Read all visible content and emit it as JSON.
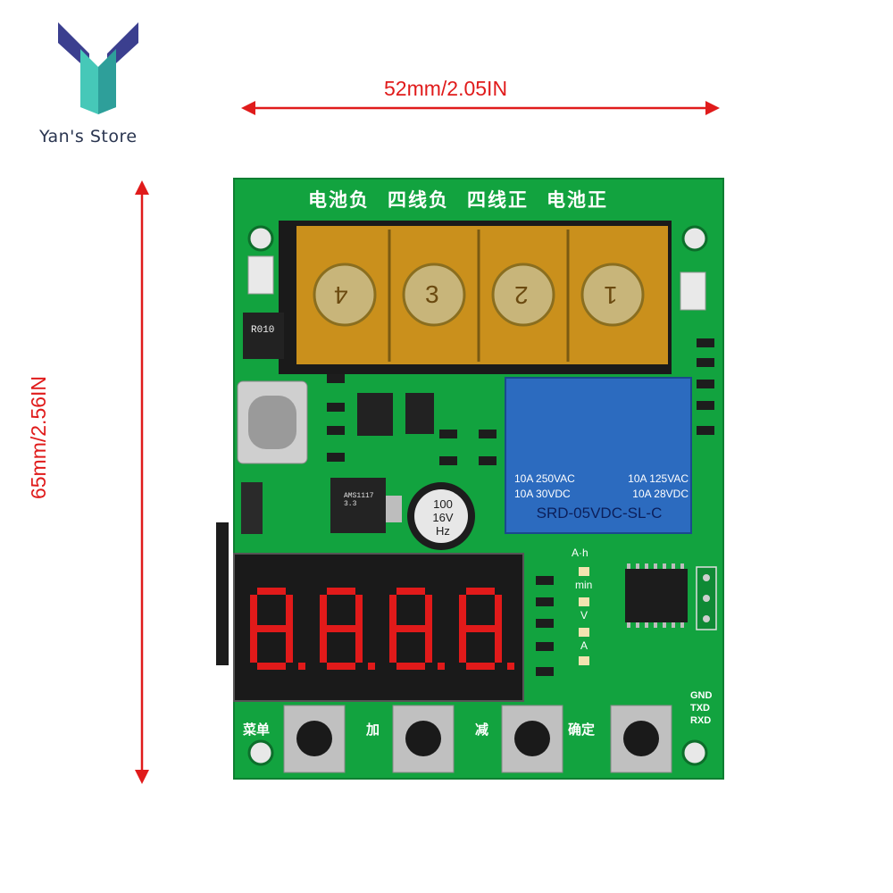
{
  "logo": {
    "brand": "Yan's Store"
  },
  "dimensions": {
    "width_label": "52mm/2.05IN",
    "height_label": "65mm/2.56IN"
  },
  "board": {
    "terminal_labels": [
      "电池负",
      "四线负",
      "四线正",
      "电池正"
    ],
    "terminal_numbers": [
      "4",
      "3",
      "2",
      "1"
    ],
    "button_labels": [
      "菜单",
      "加",
      "减",
      "确定"
    ],
    "relay": {
      "ratings_left": [
        "10A 250VAC",
        "10A 30VDC"
      ],
      "ratings_right": [
        "10A 125VAC",
        "10A 28VDC"
      ],
      "model": "SRD-05VDC-SL-C"
    },
    "capacitor": [
      "100",
      "16V",
      "Hz"
    ],
    "resistor_label": "R010",
    "regulator_label": [
      "AMS1117",
      "3.3"
    ],
    "indicator_labels": [
      "A·h",
      "min",
      "V",
      "A"
    ],
    "serial_pins": [
      "GND",
      "TXD",
      "RXD"
    ],
    "display_digits": 4
  },
  "colors": {
    "pcb": "#12a33f",
    "terminal_cover": "#d99a1c",
    "relay": "#2c6bbf",
    "dimension_arrows": "#e01b1b",
    "display": "#1a1a1a",
    "segment_on": "#e11a1a"
  }
}
